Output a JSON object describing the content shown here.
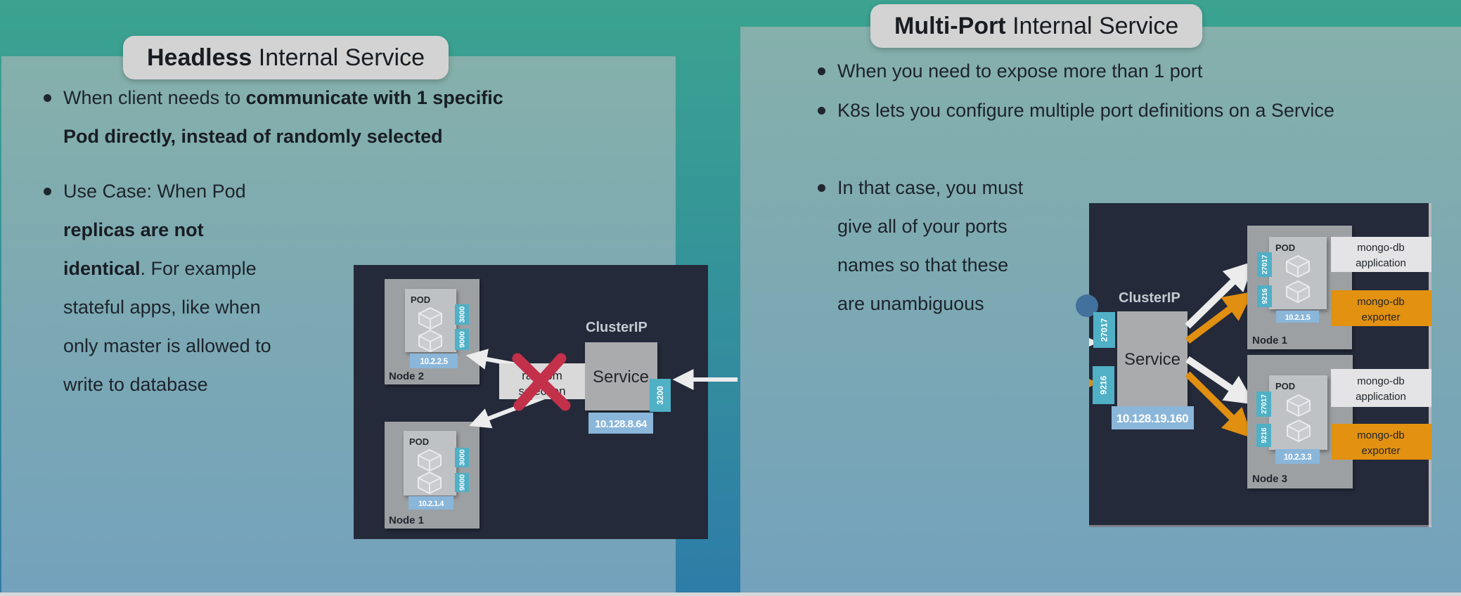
{
  "left_panel": {
    "title_bold": "Headless",
    "title_rest": " Internal Service",
    "bullet1_pre": "When client needs to ",
    "bullet1_bold": "communicate with 1 specific Pod directly, instead of randomly selected",
    "bullet2_pre": "Use Case: When Pod ",
    "bullet2_bold": "replicas are not identical",
    "bullet2_post": ". For example stateful apps, like when only master is allowed to write to database",
    "diagram": {
      "cluster_label": "ClusterIP",
      "service_label": "Service",
      "service_ip": "10.128.8.64",
      "service_port": "3200",
      "annotation_line1": "random",
      "annotation_line2": "selection",
      "nodes": [
        {
          "name": "Node 2",
          "pod": "POD",
          "ip": "10.2.2.5",
          "port_top": "3000",
          "port_bottom": "9000"
        },
        {
          "name": "Node 1",
          "pod": "POD",
          "ip": "10.2.1.4",
          "port_top": "3000",
          "port_bottom": "9000"
        }
      ]
    }
  },
  "right_panel": {
    "title_bold": "Multi-Port",
    "title_rest": " Internal Service",
    "bullet1": "When you need to expose more than 1 port",
    "bullet2": "K8s lets you configure multiple port definitions on a Service",
    "bullet3": "In that case, you must give all of your ports names so that these are unambiguous",
    "diagram": {
      "cluster_label": "ClusterIP",
      "service_label": "Service",
      "service_ip": "10.128.19.160",
      "service_port_top": "27017",
      "service_port_bottom": "9216",
      "nodes": [
        {
          "name": "Node 1",
          "pod": "POD",
          "ip": "10.2.1.5",
          "port_top": "27017",
          "port_bottom": "9216",
          "app_line1": "mongo-db",
          "app_line2": "application",
          "exp_line1": "mongo-db",
          "exp_line2": "exporter"
        },
        {
          "name": "Node 3",
          "pod": "POD",
          "ip": "10.2.3.3",
          "port_top": "27017",
          "port_bottom": "9216",
          "app_line1": "mongo-db",
          "app_line2": "application",
          "exp_line1": "mongo-db",
          "exp_line2": "exporter"
        }
      ]
    }
  },
  "colors": {
    "background_top": "#3BA390",
    "background_bottom": "#2E7CA8",
    "card": "#7BA8B4",
    "title_pill": "#D3D3D4",
    "diagram_bg": "#242A3A",
    "node_box": "#9DA0A3",
    "pod_box": "#BFC2C5",
    "service_box": "#A9ABAD",
    "port_badge_teal": "#4FB0C6",
    "ip_badge_blue": "#8AB6D9",
    "arrow_white": "#ECECEC",
    "arrow_orange": "#E08F10",
    "cross_red": "#C2304A",
    "exporter_orange": "#E29110",
    "app_box_gray": "#E4E4E6",
    "footer_strip": "#D6D7D8"
  }
}
